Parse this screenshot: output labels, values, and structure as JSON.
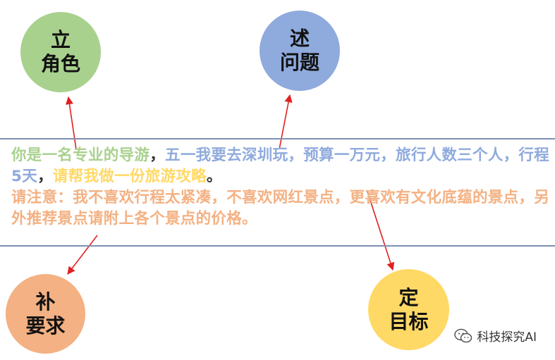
{
  "nodes": {
    "role": {
      "line1": "立",
      "line2": "角色",
      "color": "#a9d18e"
    },
    "task": {
      "line1": "述",
      "line2": "问题",
      "color": "#8faadc"
    },
    "requirement": {
      "line1": "补",
      "line2": "要求",
      "color": "#f4b183"
    },
    "goal": {
      "line1": "定",
      "line2": "目标",
      "color": "#ffd966"
    }
  },
  "prompt": {
    "role_text": "你是一名专业的导游",
    "sep1": "，",
    "task_text": "五一我要去深圳玩，预算一万元，旅行人数三个人，行程5天",
    "sep2": "，",
    "goal_text": "请帮我做一份旅游攻略",
    "sep3": "。",
    "requirement_text": "请注意：我不喜欢行程太紧凑，不喜欢网红景点，更喜欢有文化底蕴的景点，另外推荐景点请附上各个景点的价格。",
    "colors": {
      "role": "#a9d18e",
      "task": "#8faadc",
      "goal": "#ffd966",
      "requirement": "#f4b183",
      "separator": "#333333"
    }
  },
  "lines": {
    "color": "#7f8fb3"
  },
  "arrows": {
    "color": "#e02020"
  },
  "watermark": {
    "icon": "wechat-icon",
    "text": "科技探究AI"
  }
}
